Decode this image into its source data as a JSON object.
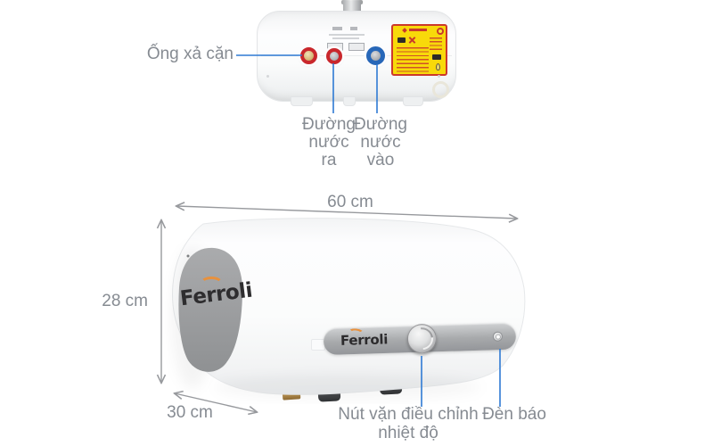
{
  "colors": {
    "annotation_blue": "#2e7ad3",
    "label_gray": "#868b92",
    "dimension_gray": "#97999d",
    "ring_red": "#c9272c",
    "ring_blue": "#2767b8",
    "brass": "#c59a52",
    "sticker_yellow": "#f8d90a",
    "sticker_border": "#cc392b",
    "panel_gray": "#a8aaac",
    "logo_dark": "#2e2d2f",
    "logo_orange": "#e8913d"
  },
  "rear_view": {
    "drain_label": "Ống xả cặn",
    "water_out_label": [
      "Đường",
      "nước",
      "ra"
    ],
    "water_in_label": [
      "Đường",
      "nước",
      "vào"
    ]
  },
  "front_view": {
    "brand": "Ferroli",
    "panel_brand": "Ferroli",
    "knob_label": [
      "Nút vặn điều chỉnh",
      "nhiệt độ"
    ],
    "indicator_label": "Đèn báo"
  },
  "dimensions": {
    "width_label": "60 cm",
    "height_label": "28 cm",
    "depth_label": "30 cm"
  }
}
